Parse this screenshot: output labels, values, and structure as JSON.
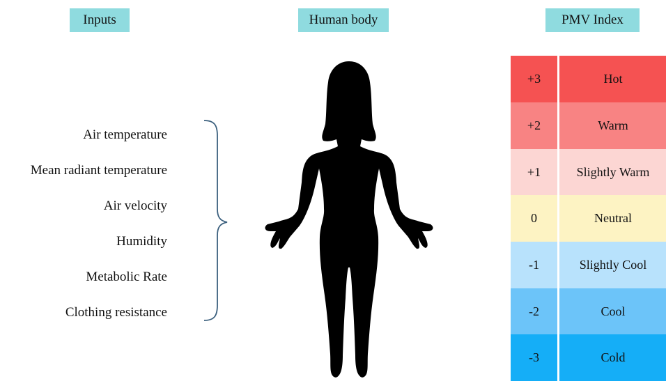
{
  "headers": {
    "inputs": "Inputs",
    "body": "Human body",
    "pmv": "PMV Index"
  },
  "inputs": [
    "Air temperature",
    "Mean radiant temperature",
    "Air velocity",
    "Humidity",
    "Metabolic Rate",
    "Clothing resistance"
  ],
  "pmv_scale": [
    {
      "value": "+3",
      "label": "Hot",
      "color": "#f55252"
    },
    {
      "value": "+2",
      "label": "Warm",
      "color": "#f88383"
    },
    {
      "value": "+1",
      "label": "Slightly Warm",
      "color": "#fcd6d3"
    },
    {
      "value": "0",
      "label": "Neutral",
      "color": "#fdf3c3"
    },
    {
      "value": "-1",
      "label": "Slightly Cool",
      "color": "#b8e2fc"
    },
    {
      "value": "-2",
      "label": "Cool",
      "color": "#6cc4f9"
    },
    {
      "value": "-3",
      "label": "Cold",
      "color": "#15aef7"
    }
  ],
  "colors": {
    "header_bg": "#8fdbdf",
    "brace": "#3a5f7d",
    "silhouette": "#000000"
  }
}
